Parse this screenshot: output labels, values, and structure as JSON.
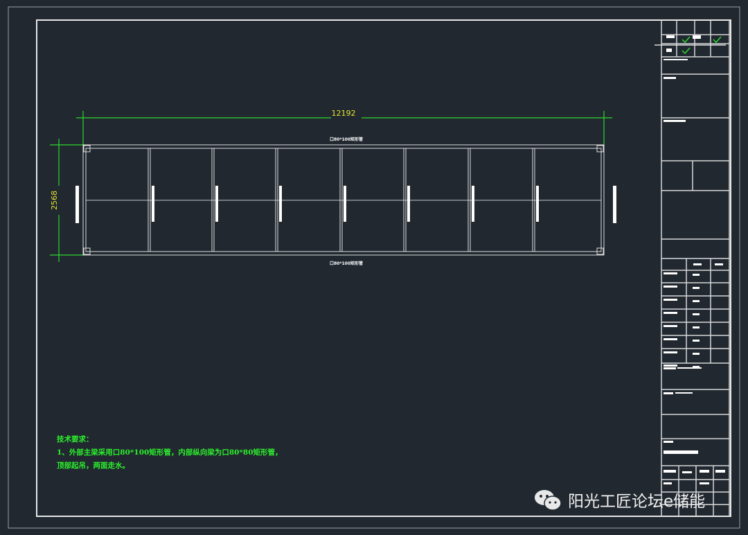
{
  "drawing": {
    "width_dimension": "12192",
    "height_dimension": "2568",
    "top_beam_label": "口80*100矩形管",
    "bottom_beam_label": "口80*100矩形管"
  },
  "notes": {
    "title": "技术要求：",
    "line1": "1、外部主梁采用口80*100矩形管，内部纵向梁为口80*80矩形管，",
    "line2": "顶部起吊，两面走水。"
  },
  "watermark": {
    "text": "阳光工匠论坛e储能",
    "icon": "wechat-icon"
  },
  "colors": {
    "background": "#212830",
    "dimension": "#e6e62e",
    "annotation": "#2cf02c",
    "lines": "#ffffff"
  }
}
